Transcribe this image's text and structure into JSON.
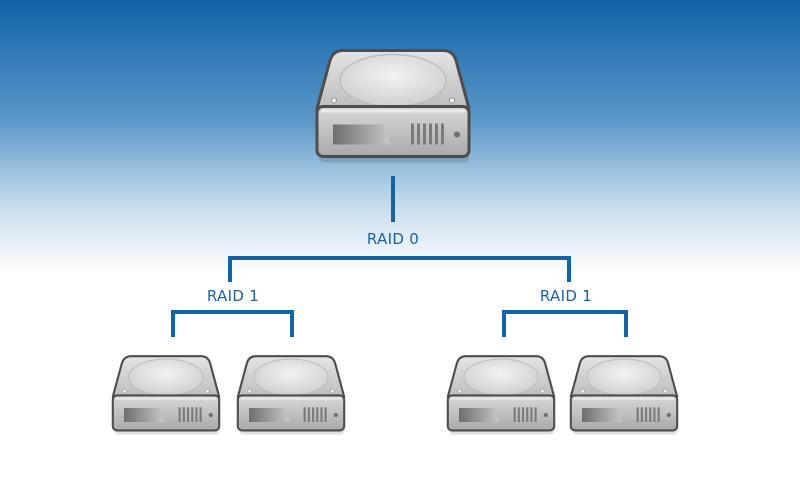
{
  "labels": {
    "top_level": "RAID 0",
    "left_group": "RAID 1",
    "right_group": "RAID 1"
  },
  "nodes": [
    {
      "id": "top-drive",
      "icon": "hard-drive-icon"
    },
    {
      "id": "left-drive-1",
      "icon": "hard-drive-icon"
    },
    {
      "id": "left-drive-2",
      "icon": "hard-drive-icon"
    },
    {
      "id": "right-drive-1",
      "icon": "hard-drive-icon"
    },
    {
      "id": "right-drive-2",
      "icon": "hard-drive-icon"
    }
  ],
  "colors": {
    "connector": "#1463a5",
    "label": "#1a63a2",
    "drive_body": "#c4c4c4",
    "drive_outline": "#505050"
  }
}
